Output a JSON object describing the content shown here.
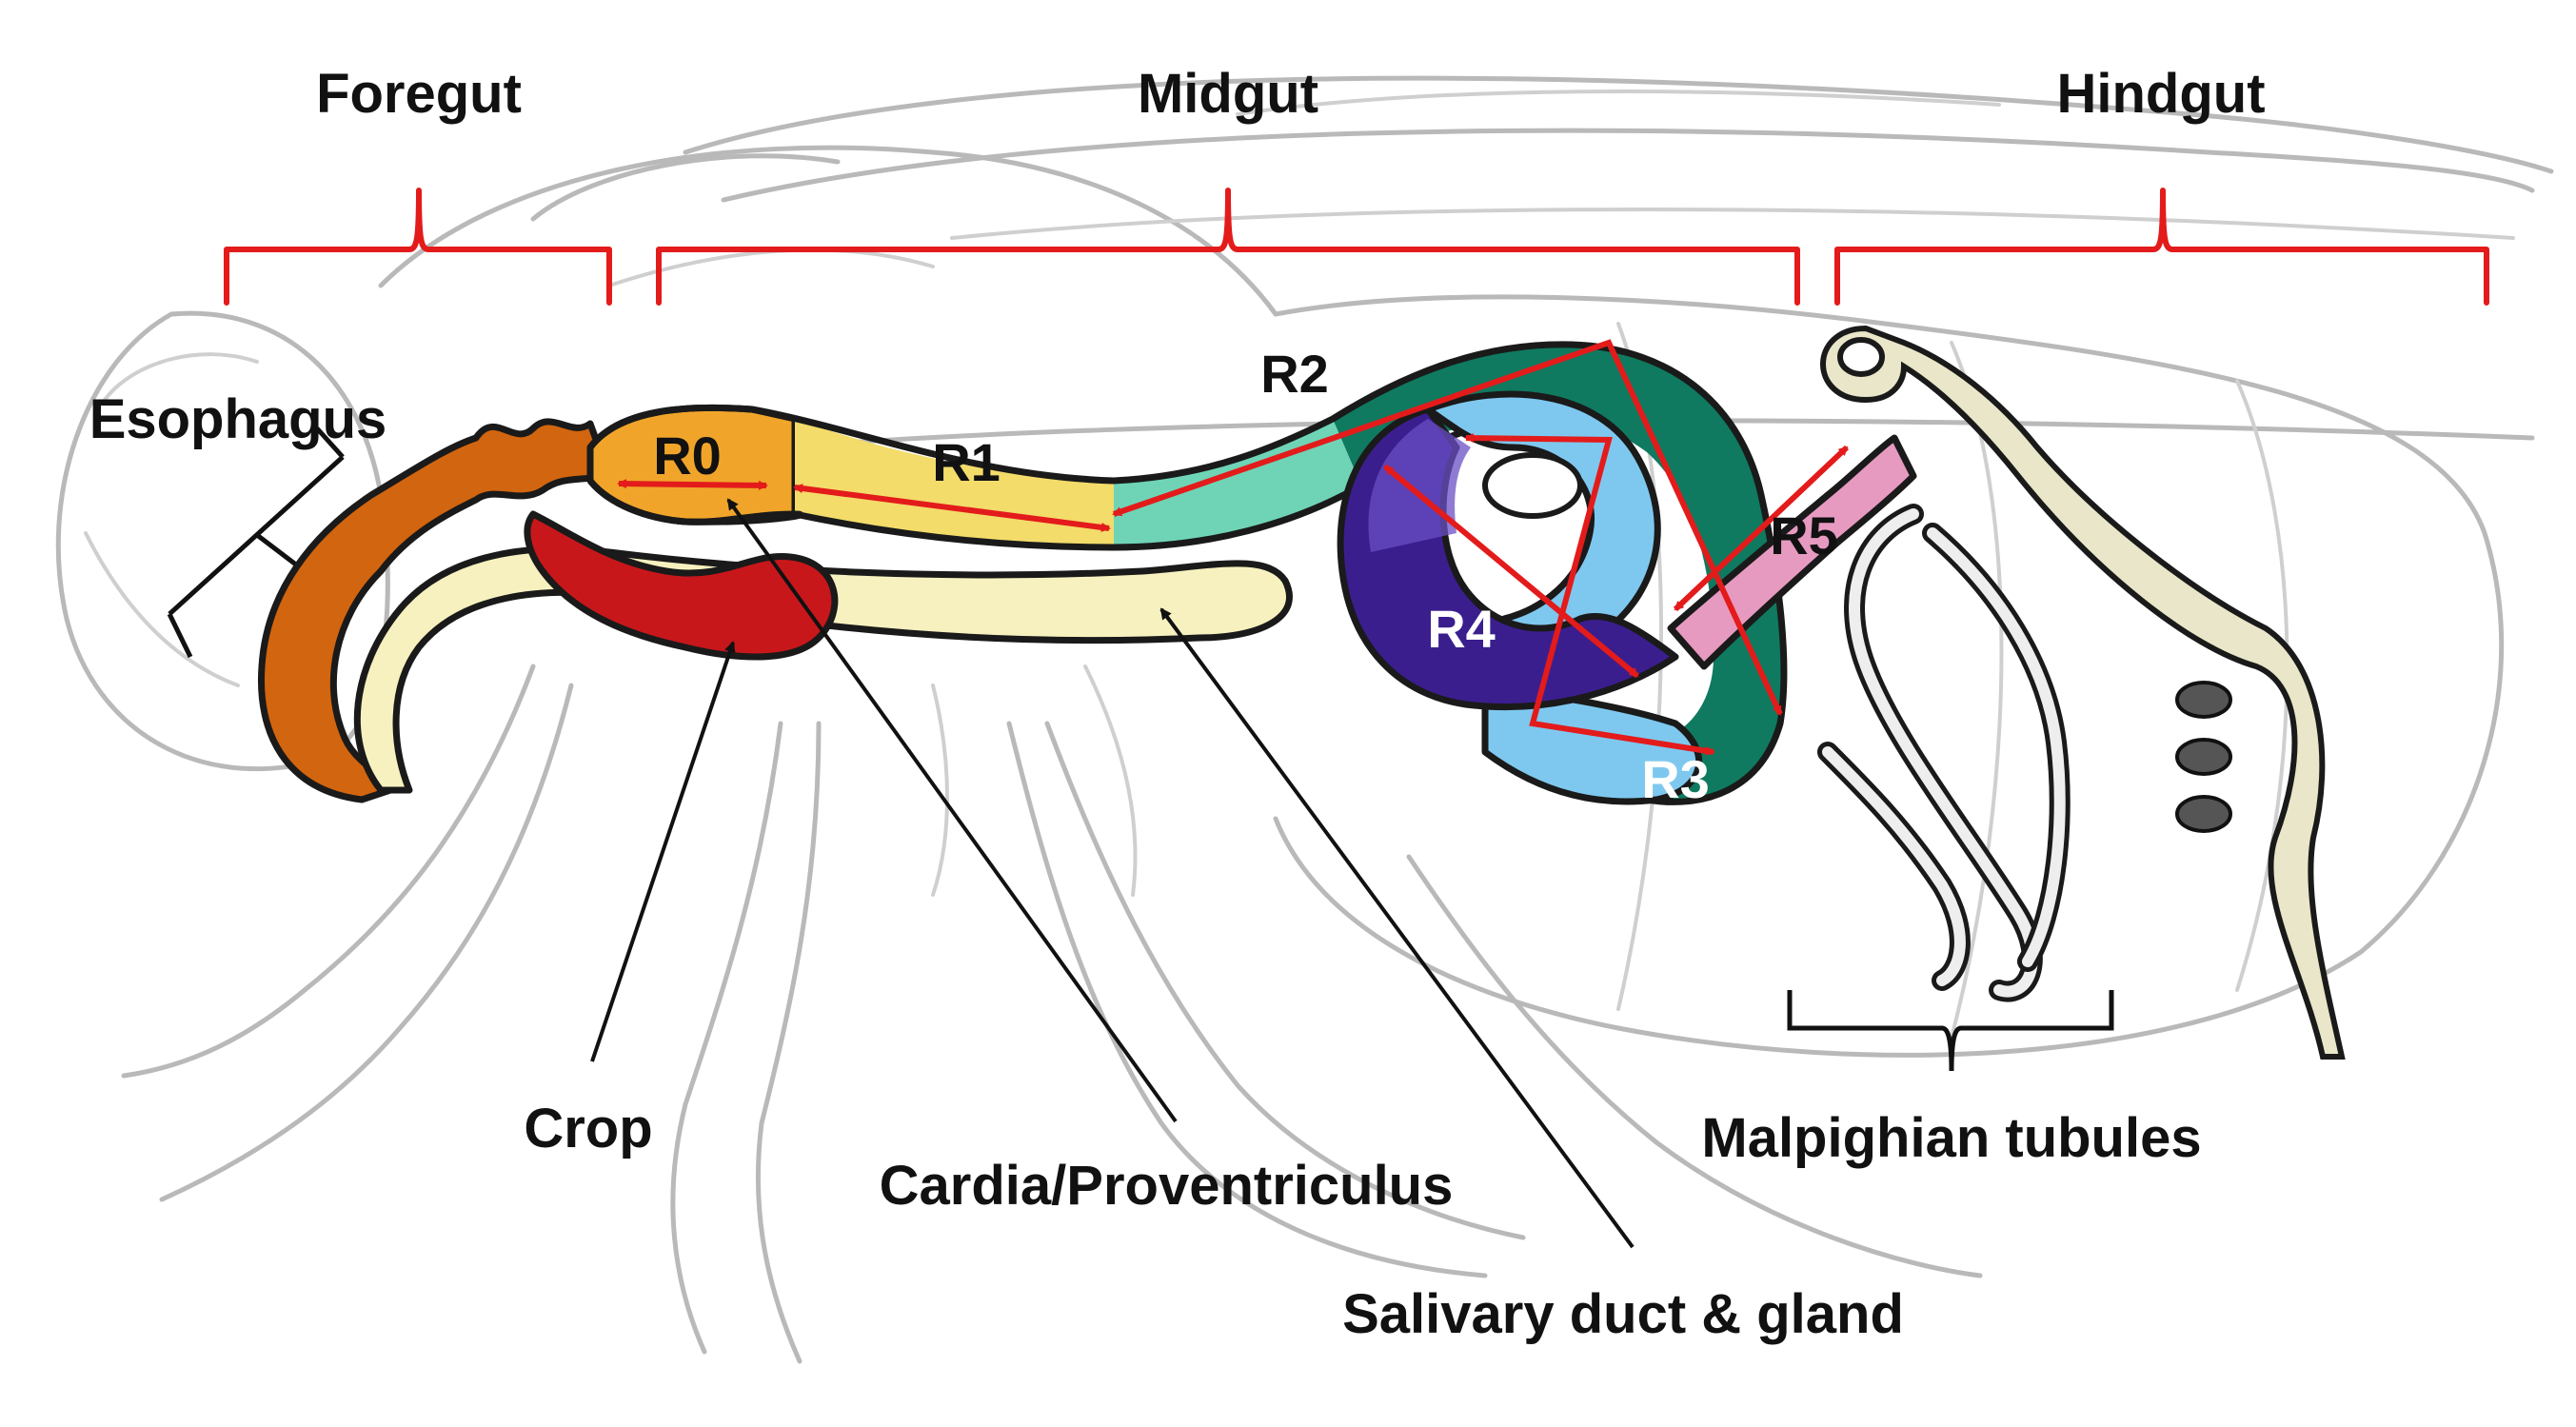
{
  "sections": {
    "foregut": "Foregut",
    "midgut": "Midgut",
    "hindgut": "Hindgut"
  },
  "labels": {
    "esophagus": "Esophagus",
    "crop": "Crop",
    "cardia": "Cardia/Proventriculus",
    "salivary": "Salivary duct & gland",
    "malpighian": "Malpighian tubules"
  },
  "regions": {
    "r0": "R0",
    "r1": "R1",
    "r2": "R2",
    "r3": "R3",
    "r4": "R4",
    "r5": "R5"
  },
  "colors": {
    "bracket_red": "#e31b1b",
    "arrow_red": "#e31b1b",
    "esophagus": "#d2650f",
    "crop": "#c8171b",
    "r0": "#f0a52a",
    "r1": "#f3dc6a",
    "r2_light": "#6fd4b6",
    "r2_dark": "#0f7a5f",
    "r3": "#7ec8ef",
    "r4": "#3b1e8e",
    "r5": "#e79ac0",
    "salivary": "#f7f1bf",
    "hindgut": "#e9e6c9"
  }
}
